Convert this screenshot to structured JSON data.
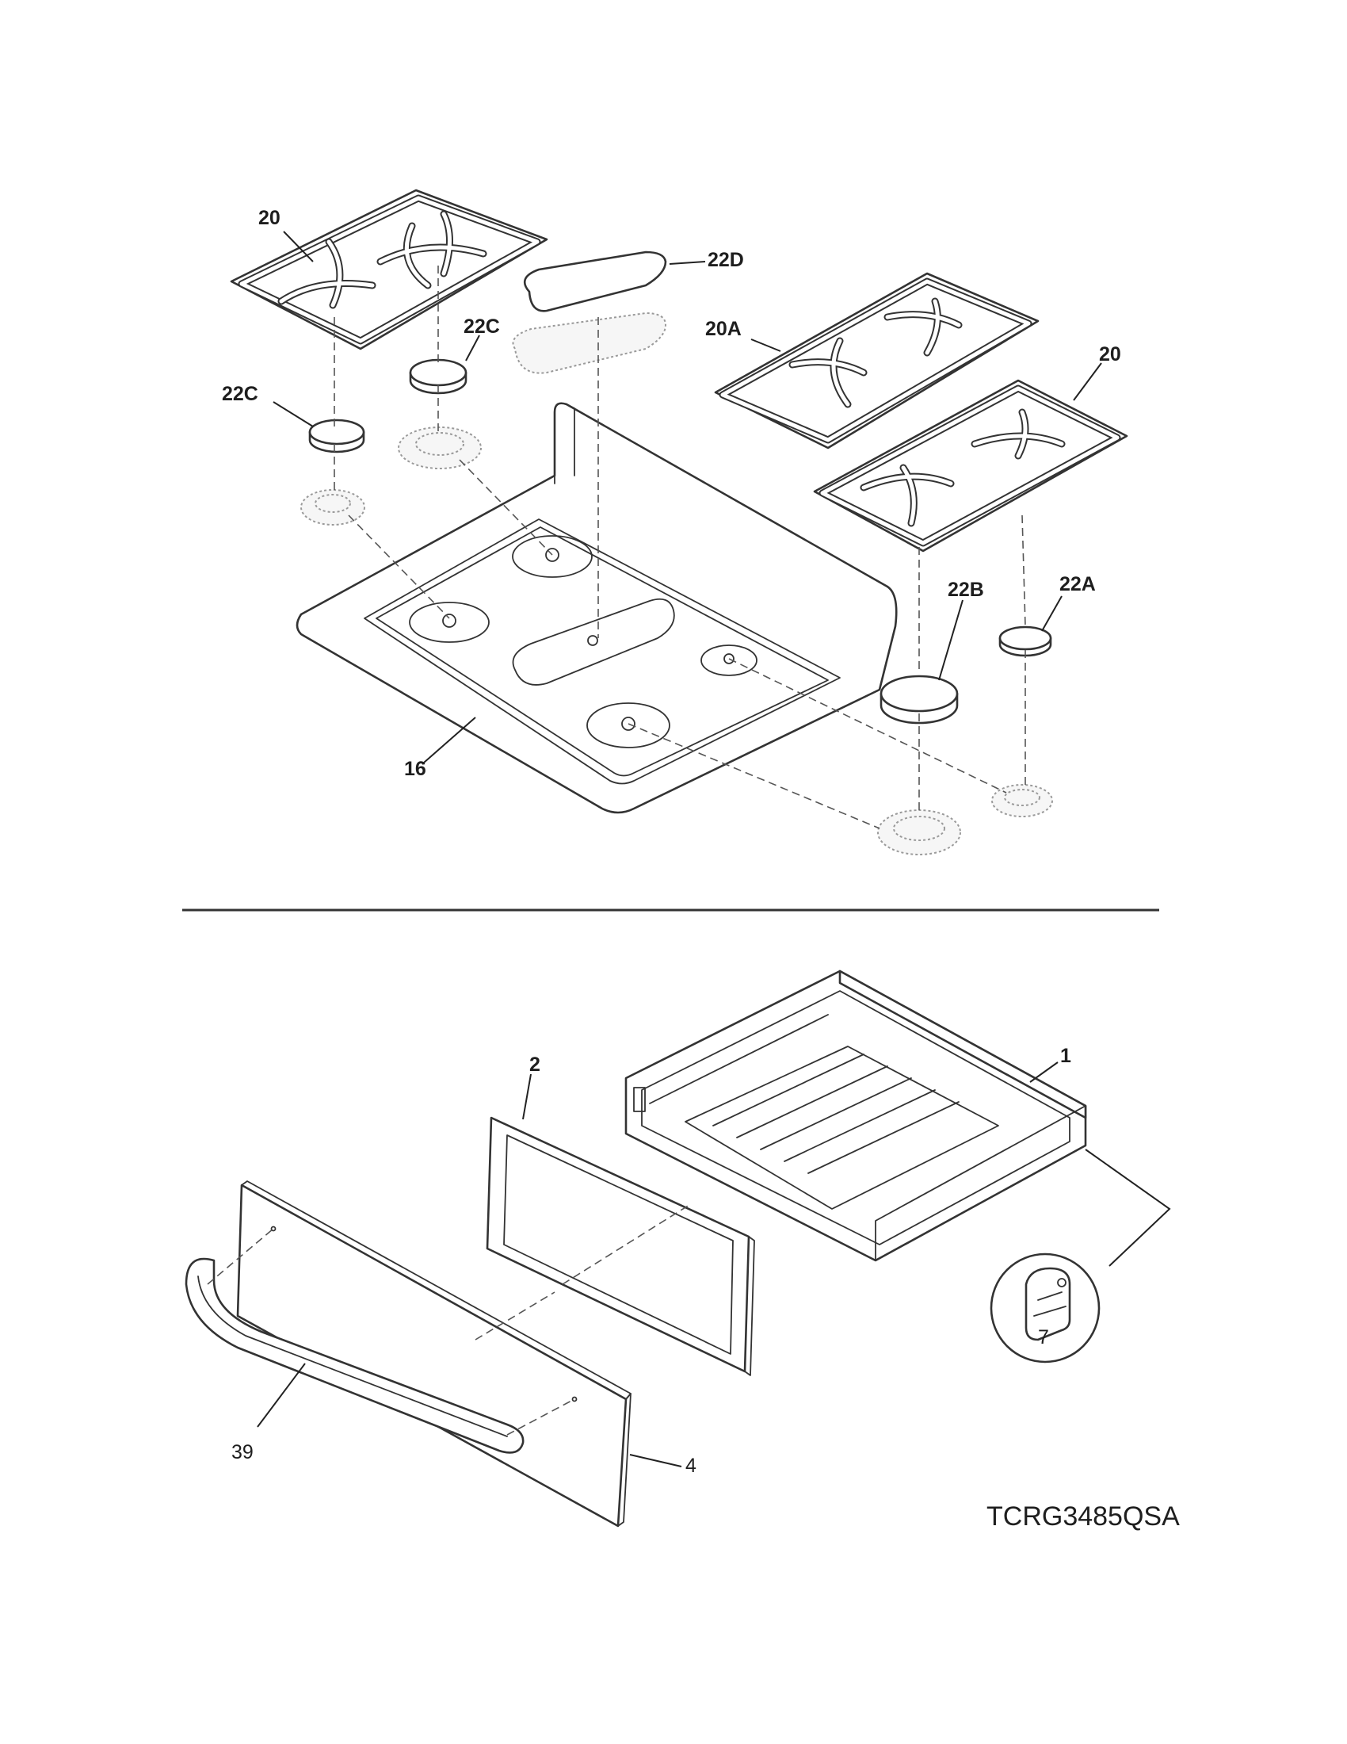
{
  "callouts": {
    "c20_left": "20",
    "c22d": "22D",
    "c22c_top": "22C",
    "c22c_left": "22C",
    "c20a": "20A",
    "c20_right": "20",
    "c22b": "22B",
    "c22a": "22A",
    "c16": "16",
    "c1": "1",
    "c2": "2",
    "c7": "7",
    "c39": "39",
    "c4": "4"
  },
  "model_number": "TCRG3485QSA",
  "colors": {
    "line": "#333333",
    "background": "#ffffff"
  }
}
